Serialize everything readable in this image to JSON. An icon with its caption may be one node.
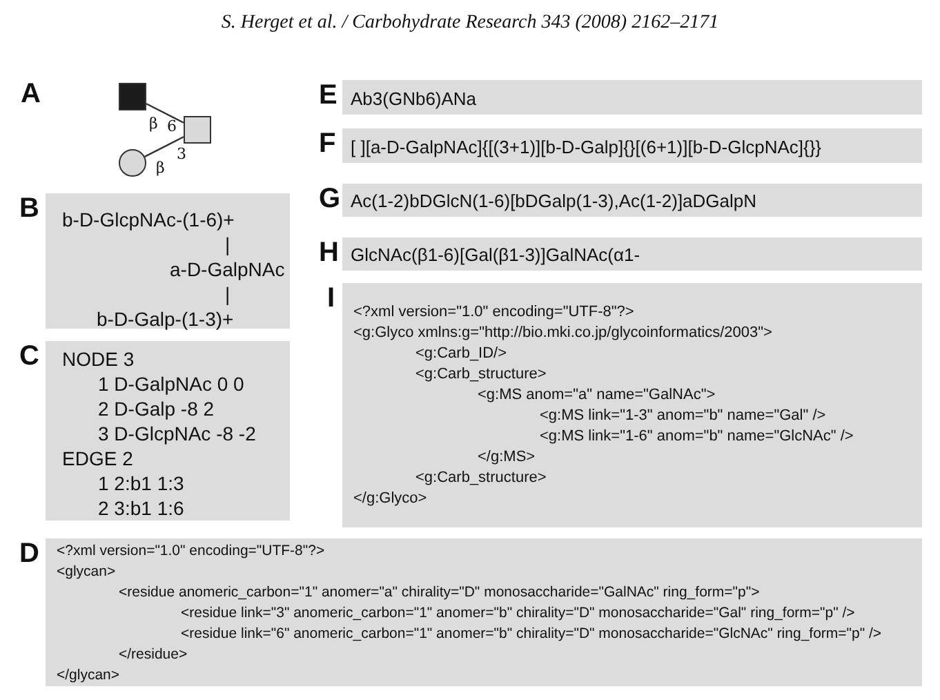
{
  "diagram": {
    "title": "S. Herget et al. / Carbohydrate Research 343 (2008) 2162–2171",
    "nodes": [
      {
        "text": [],
        "shape": "box"
      },
      {
        "text": [],
        "shape": "box"
      },
      {
        "text": [],
        "shape": "circle"
      },
      {
        "text": [
          "B",
          "b-D-GlcpNAc-(1-6)+",
          "|",
          "a-D-GalpNAc",
          "|",
          "b-D-Galp-(1-3)+"
        ]
      },
      {
        "text": [
          "C",
          "NODE 3",
          "1 D-GalpNAc 0 0",
          "2 D-Galp -8 2",
          "3 D-GlcpNAc -8 -2",
          "EDGE 2",
          "1 2:b1 1:3",
          "2 3:b1 1:6"
        ]
      },
      {
        "text": [
          "D",
          "<?xml version=\"1.0\" encoding=\"UTF-8\"?>",
          "<glycan>",
          "<residue anomeric_carbon=\"1\" anomer=\"a\" chirality=\"D\" monosaccharide=\"GalNAc\" ring_form=\"p\">",
          "<residue link=\"3\" anomeric_carbon=\"1\" anomer=\"b\" chirality=\"D\" monosaccharide=\"Gal\" ring_form=\"p\" />",
          "<residue link=\"6\" anomeric_carbon=\"1\" anomer=\"b\" chirality=\"D\" monosaccharide=\"GlcNAc\" ring_form=\"p\" />",
          "</residue>",
          "</glycan>"
        ]
      },
      {
        "text": [
          "E",
          "Ab3(GNb6)ANa"
        ]
      },
      {
        "text": [
          "F",
          "[ ][a-D-GalpNAc]{[(3+1)][b-D-Galp]{}[(6+1)][b-D-GlcpNAc]{}}"
        ]
      },
      {
        "text": [
          "G",
          "Ac(1-2)bDGlcN(1-6)[bDGalp(1-3),Ac(1-2)]aDGalpN"
        ]
      },
      {
        "text": [
          "H",
          "GlcNAc(β1-6)[Gal(β1-3)]GalNAc(α1-"
        ]
      },
      {
        "text": [
          "I",
          "<?xml version=\"1.0\" encoding=\"UTF-8\"?>",
          "<g:Glyco xmlns:g=\"http://bio.mki.co.jp/glycoinformatics/2003\">",
          "<g:Carb_ID/>",
          "<g:Carb_structure>",
          "<g:MS anom=\"a\" name=\"GalNAc\">",
          "<g:MS link=\"1-3\" anom=\"b\" name=\"Gal\" />",
          "<g:MS link=\"1-6\" anom=\"b\" name=\"GlcNAc\" />",
          "</g:MS>",
          "<g:Carb_structure>",
          "</g:Glyco>"
        ]
      }
    ],
    "edges": [
      {
        "from": 0,
        "to": 1,
        "arrow": "none"
      },
      {
        "from": 2,
        "to": 1,
        "arrow": "none"
      }
    ],
    "labels": [
      "A",
      "β",
      "6",
      "β",
      "3"
    ]
  }
}
